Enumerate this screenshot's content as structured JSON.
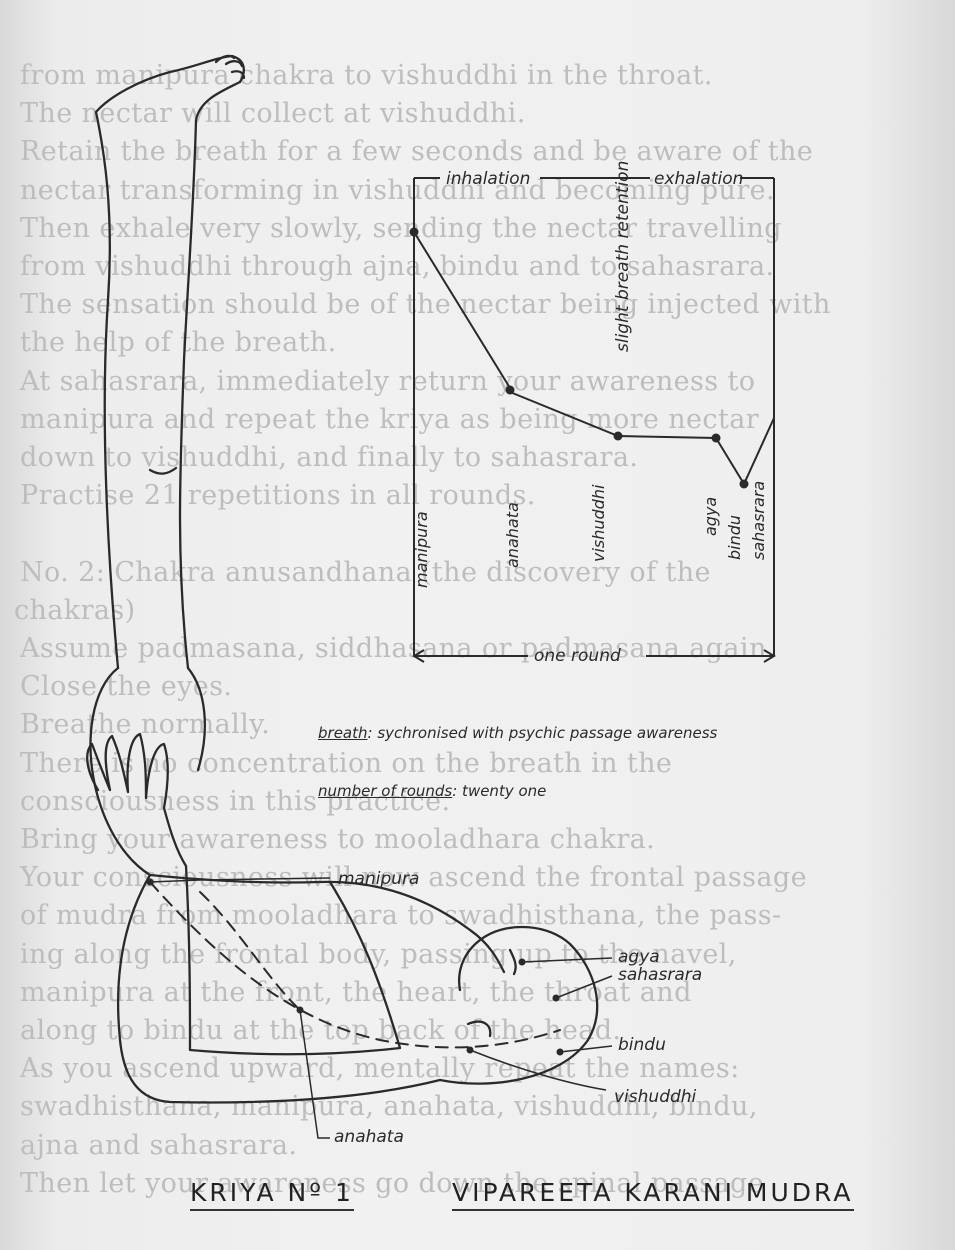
{
  "bleed_lines": [
    "from manipura chakra to vishuddhi in the throat.",
    "The nectar will collect at vishuddhi.",
    "Retain the breath for a few seconds and be aware of the",
    "nectar transforming in vishuddhi and becoming pure.",
    "Then exhale very slowly, sending the nectar travelling",
    "from vishuddhi through ajna, bindu and to sahasrara.",
    "The sensation should be of the nectar being injected with",
    "the help of the breath.",
    "At sahasrara, immediately return your awareness to",
    "manipura and repeat the kriya as being more nectar",
    "down to vishuddhi, and finally to sahasrara.",
    "Practise 21 repetitions in all rounds.",
    "",
    "No. 2: Chakra anusandhana (the discovery of the",
    "chakras)",
    "Assume padmasana, siddhasana or padmasana again.",
    "Close the eyes.",
    "Breathe normally.",
    "There is no concentration on the breath in the",
    "consciousness in this practice.",
    "Bring your awareness to mooladhara chakra.",
    "Your consciousness will now ascend the frontal passage",
    "of mudra from mooladhara to swadhisthana, the pass-",
    "ing along the frontal body, passing up to the navel,",
    "manipura at the front, the heart, the throat and",
    "along to bindu at the top back of the head.",
    "As you ascend upward, mentally repeat the names:",
    "swadhisthana, manipura, anahata, vishuddhi, bindu,",
    "ajna and sahasrara.",
    "Then let your awareness go down the spinal passage"
  ],
  "graph": {
    "top_labels": [
      "inhalation",
      "exhalation"
    ],
    "retention_label": "slight breath retention",
    "bottom_label": "one round",
    "chakra_labels": [
      "manipura",
      "anahata",
      "vishuddhi",
      "agya",
      "bindu",
      "sahasrara"
    ]
  },
  "notes": {
    "breath_key": "breath",
    "breath_value": ": sychronised with psychic passage awareness",
    "rounds_key": "number of rounds",
    "rounds_value": ": twenty one"
  },
  "figure_labels": {
    "manipura": "manipura",
    "agya": "agya",
    "sahasrara": "sahasrara",
    "bindu": "bindu",
    "vishuddhi": "vishuddhi",
    "anahata": "anahata"
  },
  "caption": {
    "left": "KRIYA Nº 1",
    "right": "VIPAREETA KARANI MUDRA"
  }
}
